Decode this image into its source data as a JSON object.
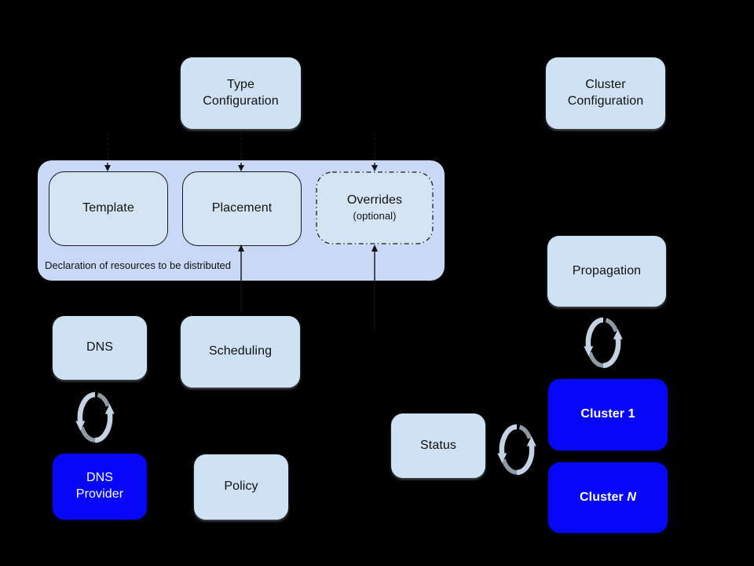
{
  "background": "#000000",
  "colors": {
    "background": "#000000",
    "box_fill": "#cfe2f3",
    "inner_fill": "#d5e4f3",
    "container_fill": "#c9d8f6",
    "cluster_fill": "#0707f8",
    "box_text": "#111111",
    "cluster_text": "#ffffff",
    "border": "#1a1a1a",
    "sync_light": "#c4d3e4",
    "sync_shade": "#8e99a3"
  },
  "nodes": {
    "type_configuration": {
      "line1": "Type",
      "line2": "Configuration"
    },
    "cluster_configuration": {
      "line1": "Cluster",
      "line2": "Configuration"
    },
    "template": {
      "label": "Template"
    },
    "placement": {
      "label": "Placement"
    },
    "overrides": {
      "label": "Overrides",
      "sublabel": "(optional)"
    },
    "declaration_caption": {
      "label": "Declaration of resources to be distributed"
    },
    "dns": {
      "label": "DNS"
    },
    "scheduling": {
      "label": "Scheduling"
    },
    "dns_provider": {
      "line1": "DNS",
      "line2": "Provider"
    },
    "policy": {
      "label": "Policy"
    },
    "propagation": {
      "label": "Propagation"
    },
    "status": {
      "label": "Status"
    },
    "cluster_1": {
      "label": "Cluster 1"
    },
    "cluster_n": {
      "prefix": "Cluster",
      "n": "N"
    }
  },
  "icons": {
    "sync": "sync-cycle-icon"
  }
}
